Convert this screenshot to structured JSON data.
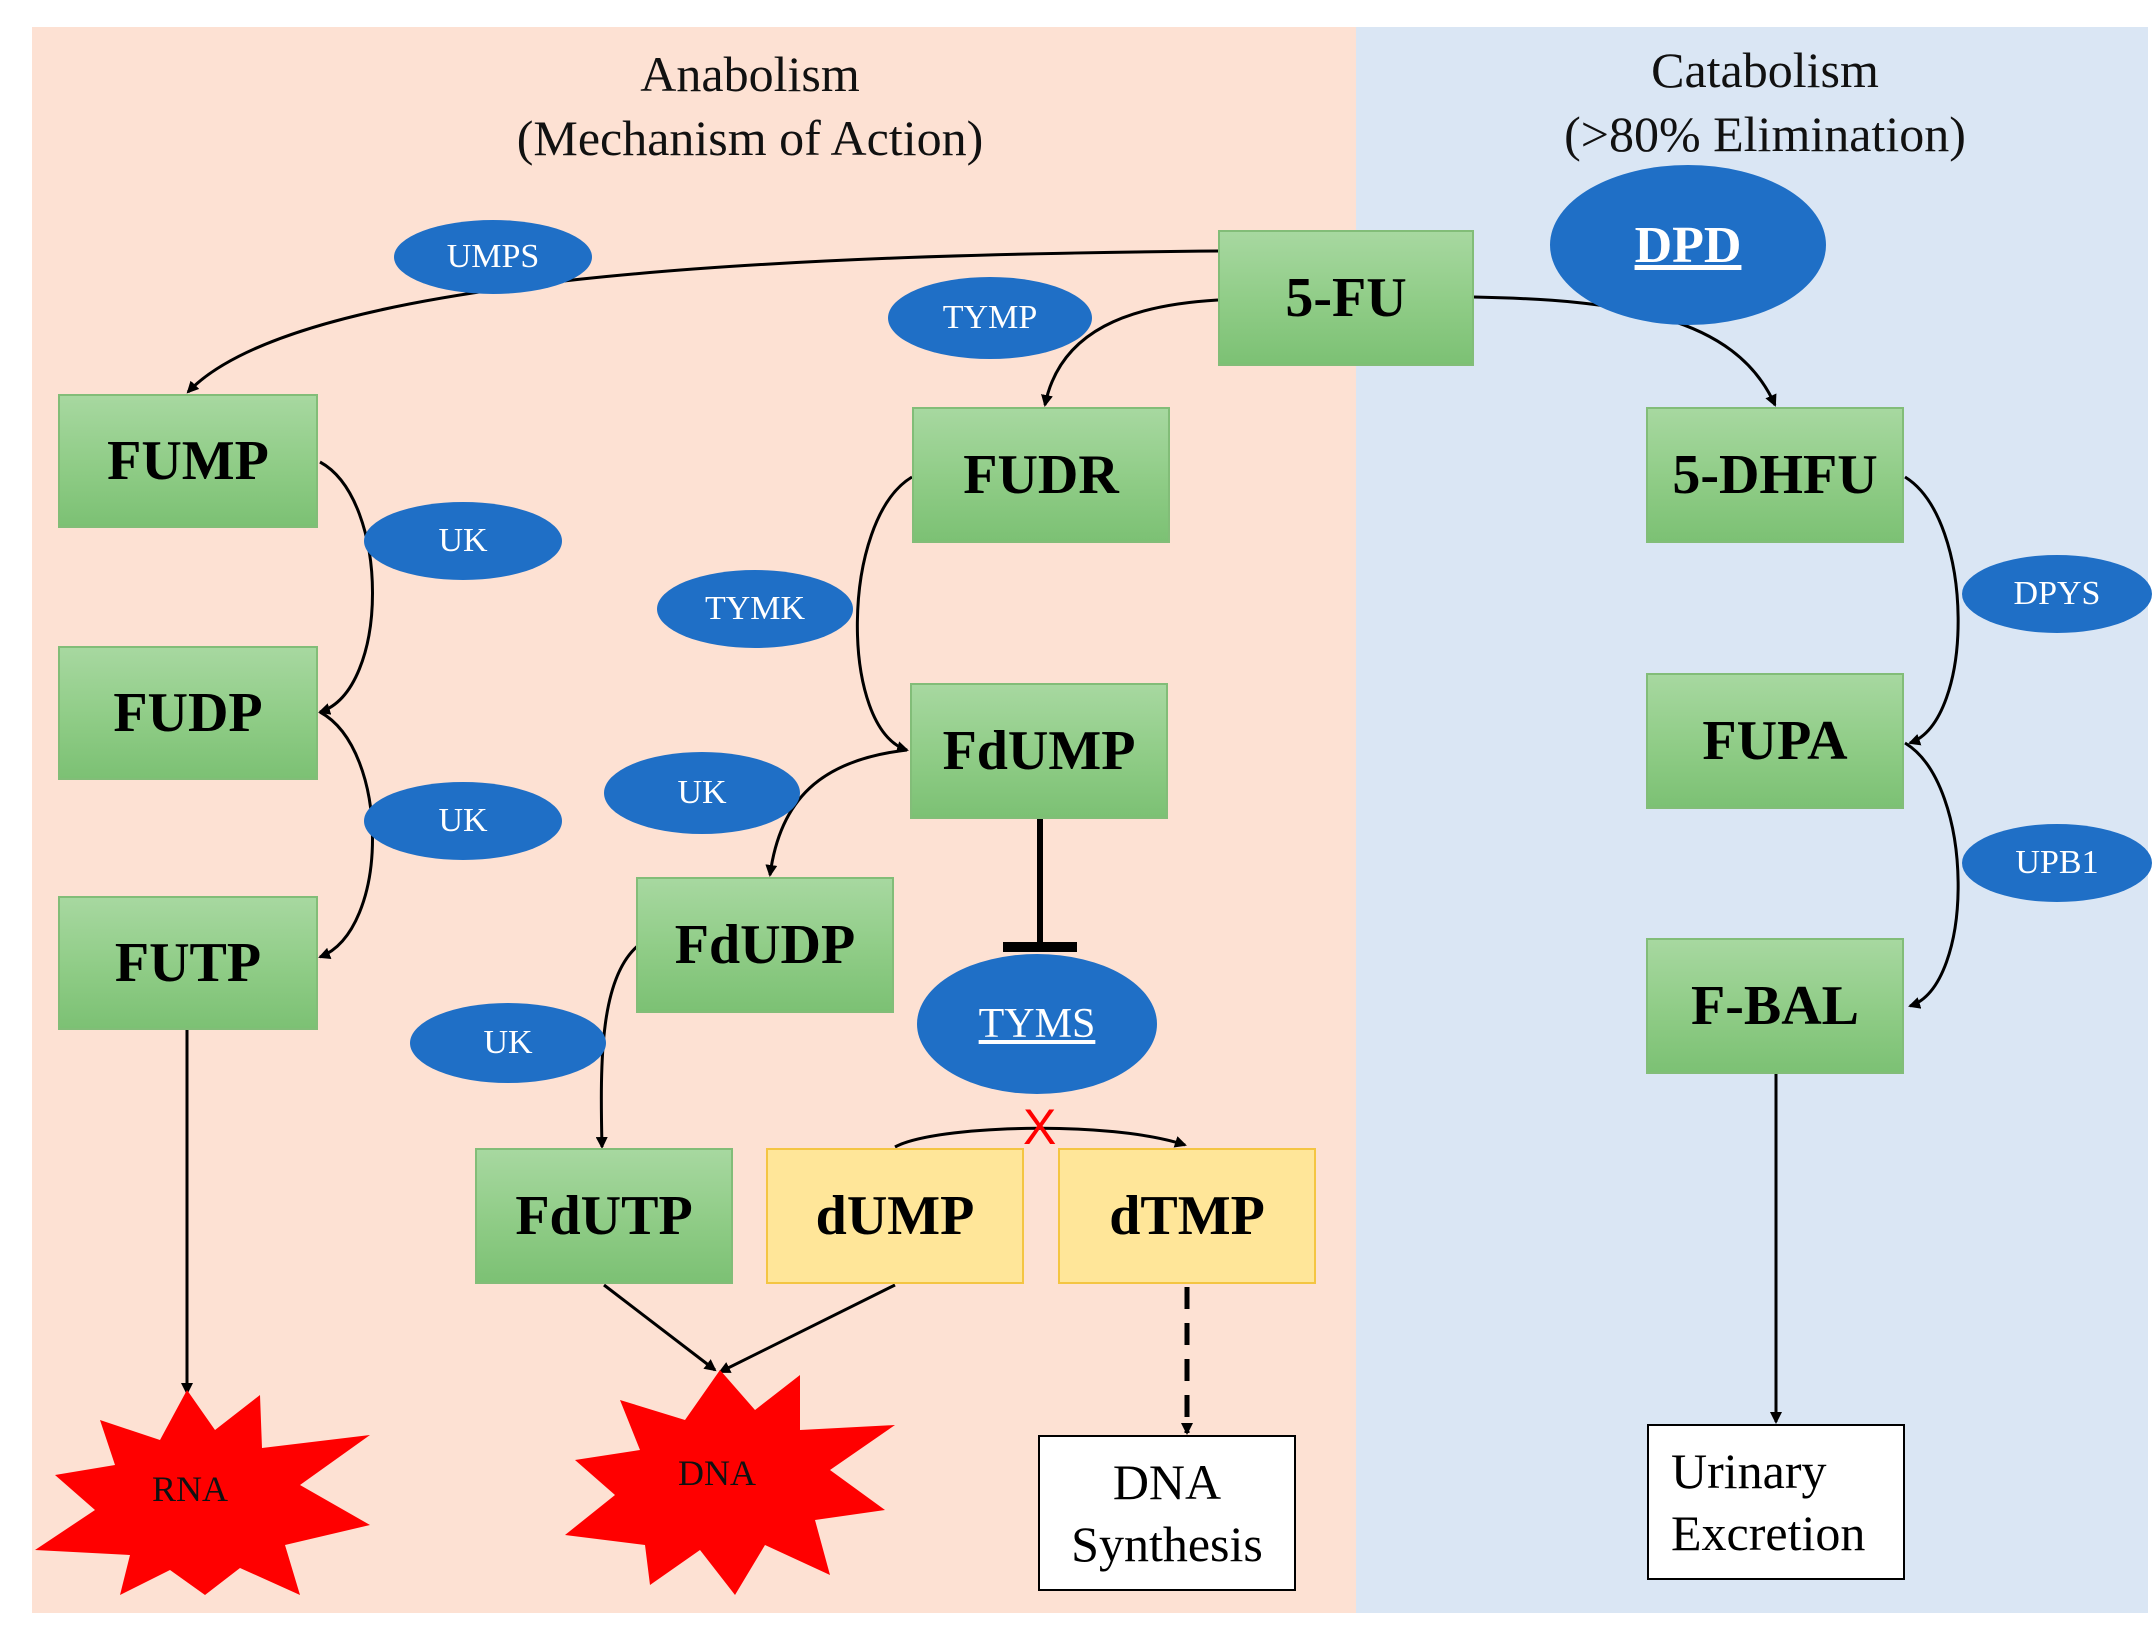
{
  "sections": {
    "anabolism": {
      "title": "Anabolism",
      "subtitle": "(Mechanism of Action)"
    },
    "catabolism": {
      "title": "Catabolism",
      "subtitle": "(>80% Elimination)"
    }
  },
  "colors": {
    "anabolism_bg": "#fde1d3",
    "catabolism_bg": "#dae6f4",
    "enzyme_fill": "#1f6fc6",
    "metabolite_fill": "#8fcc86",
    "nucleotide_fill": "#ffe699",
    "burst_fill": "#ff0000"
  },
  "metabolites": {
    "fu5": "5-FU",
    "fump": "FUMP",
    "fudp": "FUDP",
    "futp": "FUTP",
    "fudr": "FUDR",
    "fdump": "FdUMP",
    "fdudp": "FdUDP",
    "fdutp": "FdUTP",
    "dump": "dUMP",
    "dtmp": "dTMP",
    "dhfu": "5-DHFU",
    "fupa": "FUPA",
    "fbal": "F-BAL"
  },
  "enzymes": {
    "umps": "UMPS",
    "tymp": "TYMP",
    "dpd": "DPD",
    "uk1": "UK",
    "uk2": "UK",
    "tymk": "TYMK",
    "uk3": "UK",
    "uk4": "UK",
    "tyms": "TYMS",
    "dpys": "DPYS",
    "upb1": "UPB1"
  },
  "outcomes": {
    "rna": "RNA",
    "dna": "DNA",
    "dna_synthesis": [
      "DNA",
      "Synthesis"
    ],
    "urinary_excretion": [
      "Urinary",
      "Excretion"
    ]
  },
  "blocked_marker": "X"
}
